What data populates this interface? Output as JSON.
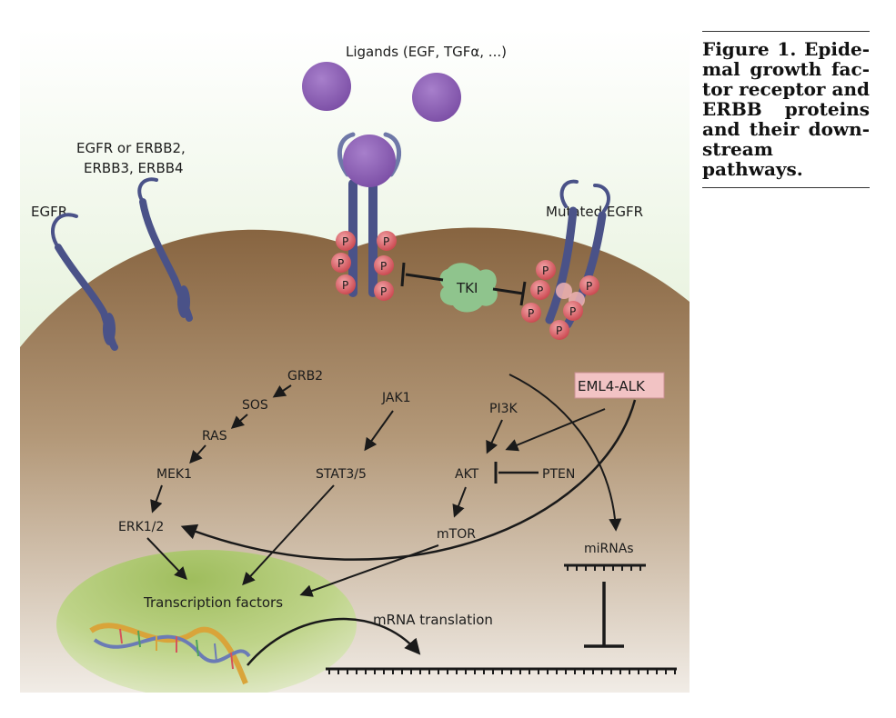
{
  "figure": {
    "ligands_label": "Ligands (EGF, TGFα, ...)",
    "egfr_label": "EGFR",
    "erbb_label_line1": "EGFR or ERBB2,",
    "erbb_label_line2": "ERBB3, ERBB4",
    "mutated_egfr_label": "Mutated EGFR",
    "tki_label": "TKI",
    "phospho_label": "P",
    "eml4_alk_label": "EML4-ALK",
    "grb2_label": "GRB2",
    "sos_label": "SOS",
    "ras_label": "RAS",
    "mek1_label": "MEK1",
    "erk_label": "ERK1/2",
    "jak1_label": "JAK1",
    "stat_label": "STAT3/5",
    "pi3k_label": "PI3K",
    "akt_label": "AKT",
    "pten_label": "PTEN",
    "mtor_label": "mTOR",
    "mirnas_label": "miRNAs",
    "transcription_label": "Transcription factors",
    "mrna_translation_label": "mRNA translation"
  },
  "caption": {
    "text": "Figure 1. Epide­mal growth fac­tor receptor and ERBB proteins and their down­stream pathways."
  },
  "colors": {
    "extracellular": "#c9e2b5",
    "cytoplasm": "#9c7a54",
    "nucleus": "#b3cb74",
    "receptor": "#4a5288",
    "ligand": "#8a5fb0",
    "phospho": "#d9646a",
    "tki": "#8fc48d",
    "eml4_alk": "#f2c3c4"
  }
}
